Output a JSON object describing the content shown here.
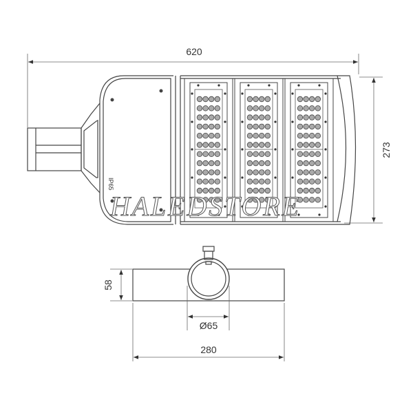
{
  "top_view": {
    "length_label": "620",
    "height_label": "273",
    "ip_label": "IP65",
    "modules": 3,
    "led_columns_per_module": 4,
    "led_rows_per_module": 12
  },
  "side_view": {
    "height_label": "58",
    "pole_diameter_label": "Ø65",
    "width_label": "280"
  },
  "watermark": "HALEDSTORE"
}
